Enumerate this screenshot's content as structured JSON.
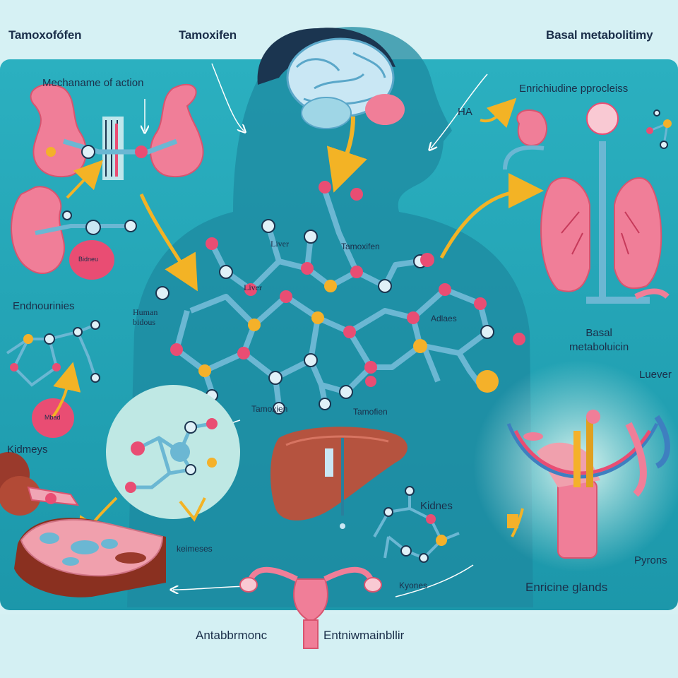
{
  "labels": {
    "header_left": "Tamoxofófen",
    "header_center": "Tamoxifen",
    "header_right": "Basal metabolitimy",
    "mechanism": "Mechaname of action",
    "enrichment": "Enrichiudine pprocleiss",
    "ha": "HA",
    "endocrine_left": "Endnourinies",
    "kidneys_left": "Kidmeys",
    "liver_top": "Liver",
    "tamoxifen_top": "Tamoxifen",
    "liver_mid": "Liver",
    "human_bidouns": "Human\nbidous",
    "adlaes": "Adlaes",
    "tamoxien_bottom1": "Tamoxien",
    "tamoxien_bottom2": "Tamofien",
    "basal_right": "Basal\nmetaboluicin",
    "luever": "Luever",
    "kidney_tag": "Bidneu",
    "drug_tag": "Mbad",
    "kidnes": "Kidnes",
    "kelmeses": "keimeses",
    "kyones": "Kyones",
    "enrichine_glands": "Enricine glands",
    "pyrons": "Pyrons",
    "footer_left": "Antabbrmonc",
    "footer_right": "Entniwmainbllir"
  },
  "colors": {
    "background": "#1f9eb0",
    "panel": "#2aa8b8",
    "organ_pink": "#f07e98",
    "liver": "#b5533f",
    "molecule_bond": "#6bb7d3",
    "atom_pink": "#e94d73",
    "atom_yellow": "#f4b12a",
    "arrow_yellow": "#f3b325"
  }
}
